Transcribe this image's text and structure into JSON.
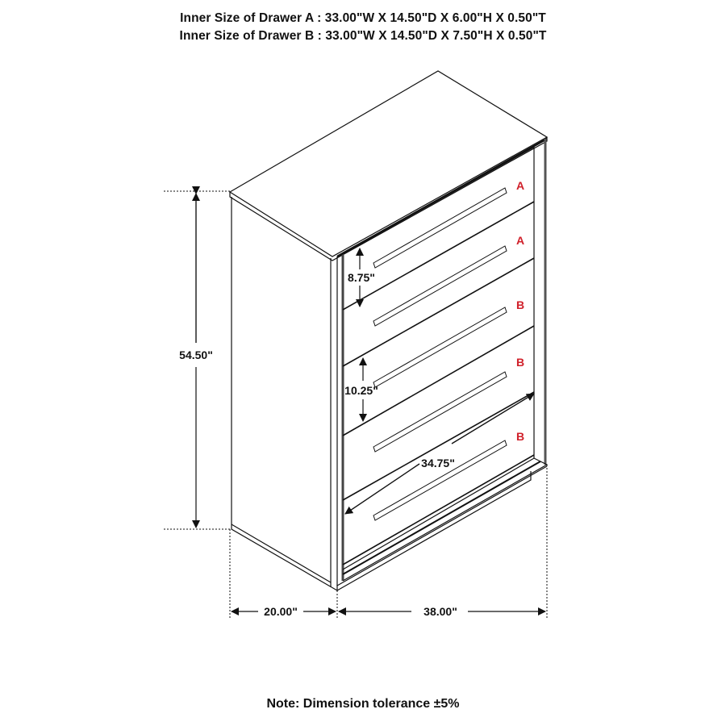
{
  "header": {
    "drawer_a_spec": "Inner Size of Drawer A : 33.00\"W X 14.50\"D X 6.00\"H X 0.50\"T",
    "drawer_b_spec": "Inner Size of Drawer B : 33.00\"W X 14.50\"D X 7.50\"H X 0.50\"T"
  },
  "diagram": {
    "subject": "5-drawer chest, isometric line drawing",
    "colors": {
      "line": "#111111",
      "label_red": "#d0202a",
      "background": "#ffffff"
    },
    "drawer_labels": [
      "A",
      "A",
      "B",
      "B",
      "B"
    ],
    "dimensions": {
      "height": "54.50\"",
      "depth": "20.00\"",
      "width": "38.00\"",
      "drawer_a_front_height": "8.75\"",
      "drawer_b_front_height": "10.25\"",
      "drawer_front_width": "34.75\""
    }
  },
  "footer": {
    "note": "Note: Dimension tolerance ±5%"
  }
}
